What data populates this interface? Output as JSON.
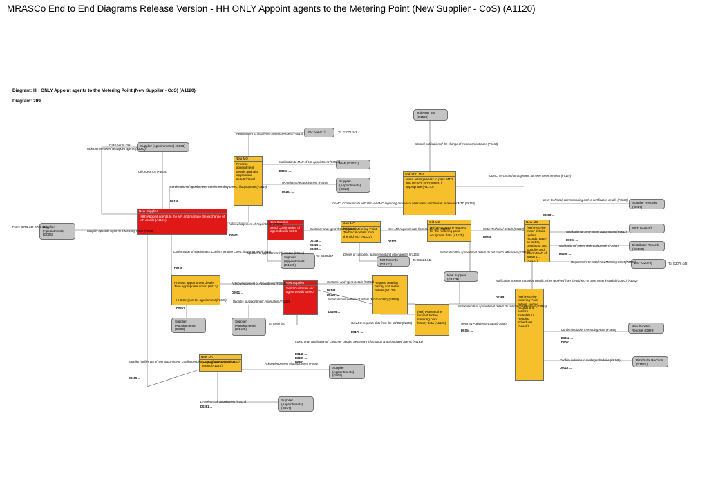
{
  "title": "MRASCo End to End Diagrams Release Version - HH ONLY Appoint agents to the Metering Point (New Supplier - CoS) (A1120)",
  "diagram_name": "Diagram: HH ONLY Appoint agents to the Metering Point (New Supplier - CoS) (A1120)",
  "diagram_number": "Diagram: 209",
  "yellow_boxes": [
    {
      "header": "New MO",
      "text": "Process appointment details and take appropriate action (A415)"
    },
    {
      "header": "",
      "text": "Process appointment details Take appropriate action (A417)"
    },
    {
      "header": "New MO",
      "text": "Request Metering Point Technical details from the Old MO (A1122)"
    },
    {
      "header": "",
      "text": "Request reading history and meter details (A1123)"
    },
    {
      "header": "Old NHH MO",
      "text": "Make arrangements to pass MTD and remove NHH meter, if appropriate (A1170)"
    },
    {
      "header": "Old MO",
      "text": "(HH) Process the request for the metering point equipment data (A1125)"
    },
    {
      "header": "New MO",
      "text": "(HH) Receive meter details, update records, pass-on to DC, Distributor and Supplier and inform MAP of appoint... (A1127)"
    },
    {
      "header": "",
      "text": "(HH) Process the request for the metering point history data (A1126)"
    },
    {
      "header": "",
      "text": "(HH) Receive Metering Point details, update records and confirm inclusion in Reading Schedules (A1128)"
    },
    {
      "header": "New DA",
      "text": "(HH) Agree Contractual Terms (A1124)"
    }
  ],
  "red_boxes": [
    {
      "header": "New Supplier",
      "text": "(HH) Appoint agents to the MP and manage the exchange of MP details (A1121)"
    },
    {
      "header": "New Supplier",
      "text": "Send Confirmation of agent details to DC"
    },
    {
      "header": "New Supplier",
      "text": "Send Customer and agent details to MO"
    }
  ],
  "external_boxes": [
    "Supplier (Appointments) (G803)",
    "Supplier (Appointments) (G004)",
    "MO (G2077)",
    "MAP (G2031)",
    "Supplier (Appointments) (G926)",
    "Supplier (Appointments) (G1526)",
    "Supplier (Appointments) (G803)",
    "Supplier (Appointments) (G1525)",
    "MO Records (G1527)",
    "Supplier (Appointments) (G919)",
    "Supplier (Appointments) (G917)",
    "Old NHH DC (G1528)",
    "New Supplier (G1679)",
    "Supplier Records (G927)",
    "MAP (G2029)",
    "Distributor Records (G2080)",
    "MO (G2078)",
    "New Supplier Records (G929)",
    "Distributor Records (G1521)"
  ],
  "flow_labels": [
    "Objection removed re-appoint agents (F3003)",
    "Old Agent IDs (F3035)",
    "Supplier appoints Agent to a Metering Point (F3030)",
    "Requirement to install new Metering Assets (F6014)",
    "Confirmation of appointment. Confirmpending CoMC, if appropriate (F3649)",
    "Notification to MAP of MO appointment (F6513)",
    "MO rejects the appointment (F3655)",
    "Acknowledgement of Appointment (F3650)",
    "Customer and Agent details (F3949)",
    "CoMC: Communicate with Old NHH MO regarding removal of NHH meter and transfer of relevant MTD (F6166)",
    "New MO requests data from the old MO (F3657)",
    "Meter Technical Details (F3640)",
    "Confirmation of appointment. Confirm pending CoMC, if appropriate (F3641)",
    "Updates to appointment information (F5164)",
    "Details of customer, appointment and other agents (F3165)",
    "Manual notification of the change of measurement class (F5168)",
    "CoMC, MTDs and arrangement for NHH meter removal (F5167)",
    "Meter technical, commissioning and re-certification details (F3638)",
    "Notification to MAP of MO appointment (F6511)",
    "Notification of Meter Technical Details (F3644)",
    "Requirement to install new Metering asset (F6009)",
    "Notification that appointment details do not match MP details (F3964)",
    "Acknowledgement of Appointment (F3651)",
    "Customer and Agent Details (F3952)",
    "Notification of settlement details (MC/EAC/PC) (F5594)",
    "Updates to appointment information (F5162)",
    "HHDC rejects the appointment (F3645)",
    "New DC requests data from the old DC (F2658)",
    "Notification of Meter Technical Details, when received from the old MO or once meter installed (CoMC) (F3652)",
    "Notification that appointment details do not match MP details (F3965)",
    "Metering Point history data (F3646)",
    "Confirm inclusion in Reading Runs (F3658)",
    "CoMC only: Notification of Customer Details, Settlement information and associated agents (F5163)",
    "Supplier notifies DA of new appointment. Confirmpending CoMC if appropriate (F3643)",
    "Acknowledgement of appointment (F3657)",
    "Confirm inclusion in reading schedules (F5145)",
    "DA rejects the appointment (F3637)"
  ],
  "data_codes": [
    "D0011 ...",
    "D0155 ...",
    "D0155 ...",
    "D0261 ...",
    "D0011 ...",
    "D0148 ...",
    "D0225 ...",
    "D0302 ...",
    "D0170 ...",
    "D0268 ...",
    "D0268 ...",
    "D0148 ...",
    "D0302 ...",
    "D0209 ...",
    "D0003 ...",
    "D0003 ...",
    "D0268 ...",
    "D0261 ...",
    "D0170 ...",
    "D0268 ...",
    "D0304 ...",
    "D0148 ...",
    "D0289 ...",
    "D0302 ...",
    "D0012 ...",
    "D0051 ...",
    "D0155 ...",
    "D0261 ...",
    "D0012 ..."
  ],
  "page_refs": [
    "From: G705 #46",
    "From: G705 d42 G709 d19",
    "To: G2076 d42",
    "To: G660 d57",
    "To: G660 d57",
    "To: G1524 d42",
    "To: G2078 d42"
  ]
}
